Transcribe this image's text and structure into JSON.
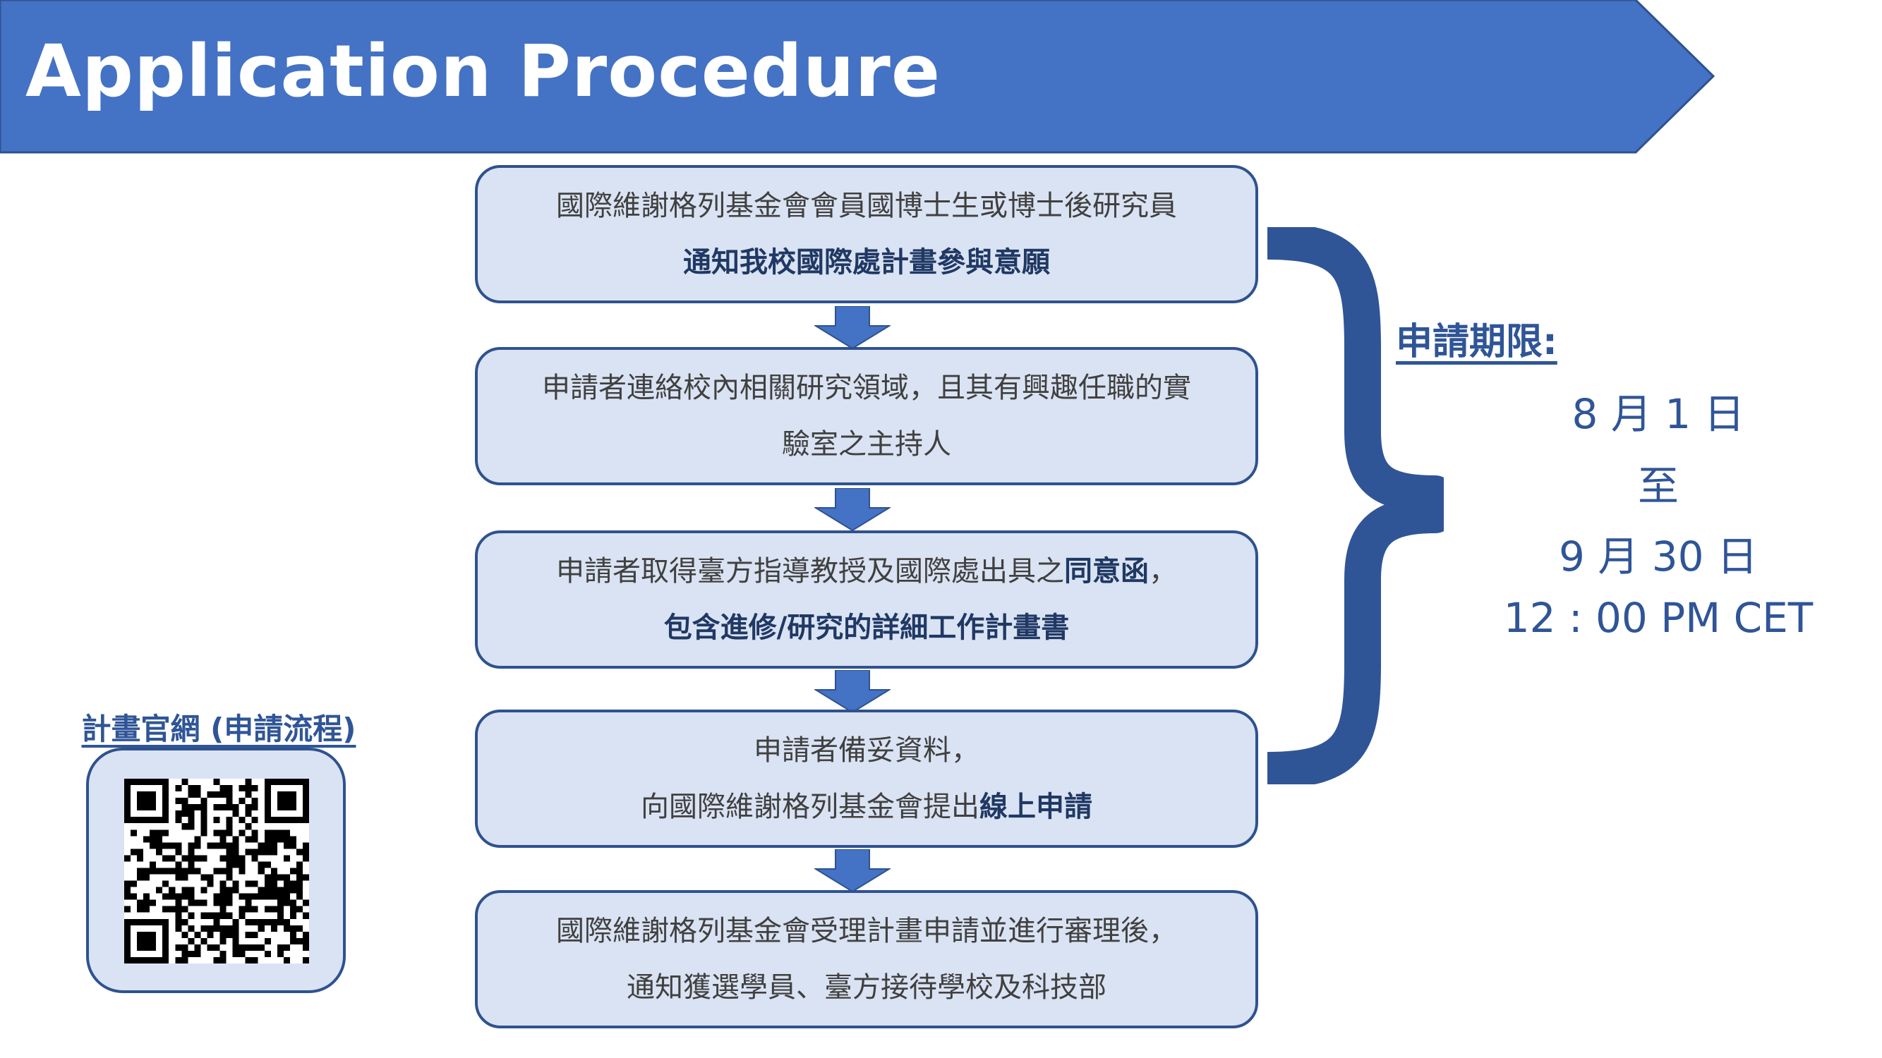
{
  "banner": {
    "title": "Application Procedure",
    "color": "#4472c4"
  },
  "steps": [
    {
      "lines": [
        [
          {
            "text": "國際維謝格列基金會會員國博士生或博士後研究員",
            "bold": false
          }
        ],
        [
          {
            "text": "通知我校國際處計畫參與意願",
            "bold": true
          }
        ]
      ]
    },
    {
      "lines": [
        [
          {
            "text": "申請者連絡校內相關研究領域，且其有興趣任職的實",
            "bold": false
          }
        ],
        [
          {
            "text": "驗室之主持人",
            "bold": false
          }
        ]
      ]
    },
    {
      "lines": [
        [
          {
            "text": "申請者取得臺方指導教授及國際處出具之",
            "bold": false
          },
          {
            "text": "同意函",
            "bold": true
          },
          {
            "text": "，",
            "bold": false
          }
        ],
        [
          {
            "text": "包含進修/研究的詳細工作計畫書",
            "bold": true
          }
        ]
      ]
    },
    {
      "lines": [
        [
          {
            "text": "申請者備妥資料，",
            "bold": false
          }
        ],
        [
          {
            "text": "向國際維謝格列基金會提出",
            "bold": false
          },
          {
            "text": "線上申請",
            "bold": true
          }
        ]
      ]
    },
    {
      "lines": [
        [
          {
            "text": "國際維謝格列基金會受理計畫申請並進行審理後，",
            "bold": false
          }
        ],
        [
          {
            "text": "通知獲選學員、臺方接待學校及科技部",
            "bold": false
          }
        ]
      ]
    }
  ],
  "deadline": {
    "title": "申請期限:",
    "start": "8 月 1 日",
    "to": "至",
    "end": "9 月 30 日",
    "time": "12 : 00 PM CET"
  },
  "qr": {
    "title": "計畫官網 (申請流程)",
    "icon": "qr-code-icon"
  },
  "colors": {
    "step_fill": "#dae3f3",
    "step_border": "#2f528f",
    "arrow": "#4472c4",
    "brace": "#2f5597",
    "text": "#404040",
    "accent": "#2f5597"
  }
}
